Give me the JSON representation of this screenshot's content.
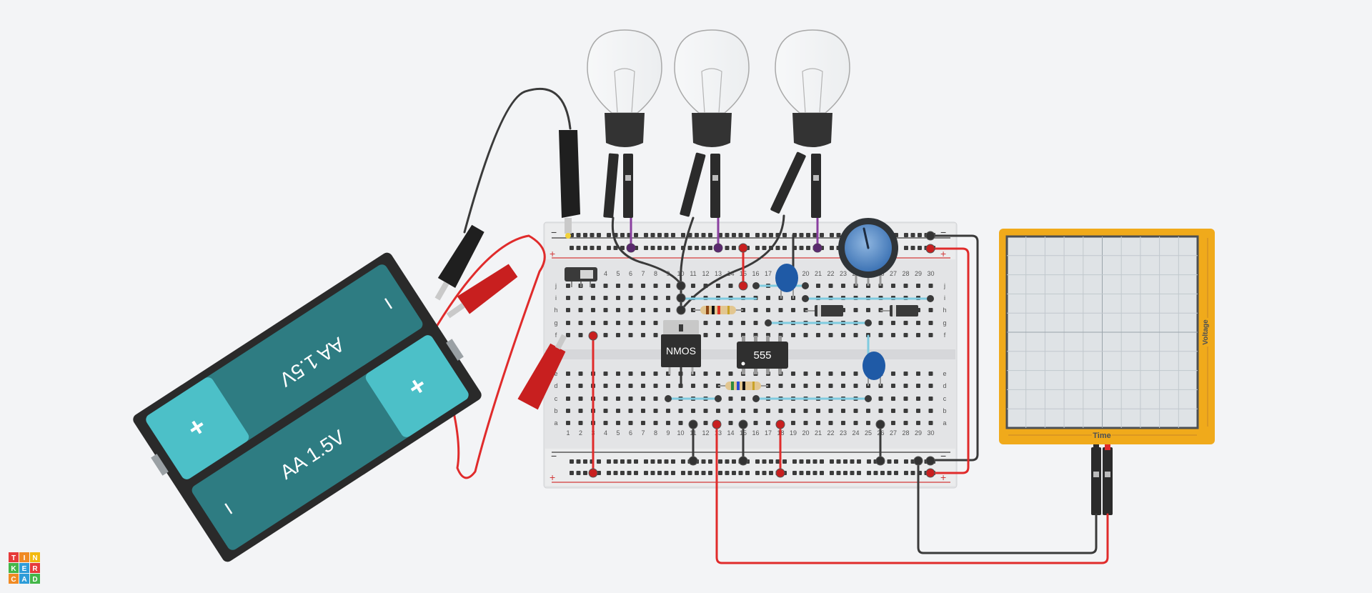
{
  "breadboard": {
    "columns": [
      "1",
      "2",
      "3",
      "4",
      "5",
      "6",
      "7",
      "8",
      "9",
      "10",
      "11",
      "12",
      "13",
      "14",
      "15",
      "16",
      "17",
      "18",
      "19",
      "20",
      "21",
      "22",
      "23",
      "24",
      "25",
      "26",
      "27",
      "28",
      "29",
      "30"
    ],
    "rows_top": [
      "j",
      "i",
      "h",
      "g",
      "f"
    ],
    "rows_bottom": [
      "e",
      "d",
      "c",
      "b",
      "a"
    ],
    "rail_minus": "−",
    "rail_plus": "+"
  },
  "battery": {
    "cell_top_label": "AA 1.5V",
    "cell_bottom_label": "AA 1.5V",
    "plus": "+",
    "minus": "−"
  },
  "transistor": {
    "label": "NMOS"
  },
  "timer_ic": {
    "label": "555"
  },
  "oscilloscope": {
    "y_label": "Voltage",
    "x_label": "Time"
  },
  "bulbs": [
    "bulb-1",
    "bulb-2",
    "bulb-3"
  ],
  "logo": {
    "letters": [
      "T",
      "I",
      "N",
      "K",
      "E",
      "R",
      "C",
      "A",
      "D"
    ],
    "colors": [
      "#e63a3a",
      "#f08a24",
      "#f2b90f",
      "#43b649",
      "#2e9cd8",
      "#e63a3a",
      "#f08a24",
      "#2e9cd8",
      "#43b649"
    ]
  },
  "colors": {
    "wire_red": "#e02b2b",
    "wire_black": "#3a3a3a",
    "wire_cyan": "#7fcbe0",
    "scope_frame": "#f0aa1b",
    "battery_teal": "#2e7c82"
  }
}
